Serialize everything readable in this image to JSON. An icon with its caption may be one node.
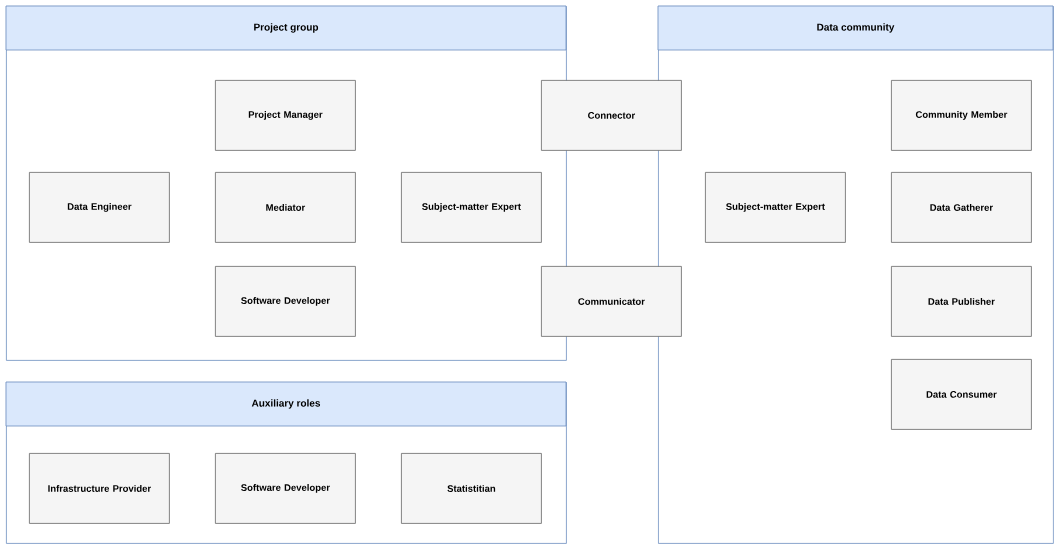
{
  "diagram": {
    "nodes": [
      {
        "text": [
          "Project group"
        ]
      },
      {
        "text": [
          "Project Manager"
        ],
        "in": 0
      },
      {
        "text": [
          "Data Engineer"
        ],
        "in": 0
      },
      {
        "text": [
          "Mediator"
        ],
        "in": 0
      },
      {
        "text": [
          "Subject-matter Expert"
        ],
        "in": 0
      },
      {
        "text": [
          "Software Developer"
        ],
        "in": 0
      },
      {
        "text": [
          "Connector"
        ]
      },
      {
        "text": [
          "Communicator"
        ]
      },
      {
        "text": [
          "Data community"
        ]
      },
      {
        "text": [
          "Subject-matter Expert"
        ],
        "in": 8
      },
      {
        "text": [
          "Community Member"
        ],
        "in": 8
      },
      {
        "text": [
          "Data Gatherer"
        ],
        "in": 8
      },
      {
        "text": [
          "Data Publisher"
        ],
        "in": 8
      },
      {
        "text": [
          "Data Consumer"
        ],
        "in": 8
      },
      {
        "text": [
          "Auxiliary roles"
        ]
      },
      {
        "text": [
          "Infrastructure Provider"
        ],
        "in": 14
      },
      {
        "text": [
          "Software Developer"
        ],
        "in": 14
      },
      {
        "text": [
          "Statistitian"
        ],
        "in": 14
      }
    ]
  }
}
